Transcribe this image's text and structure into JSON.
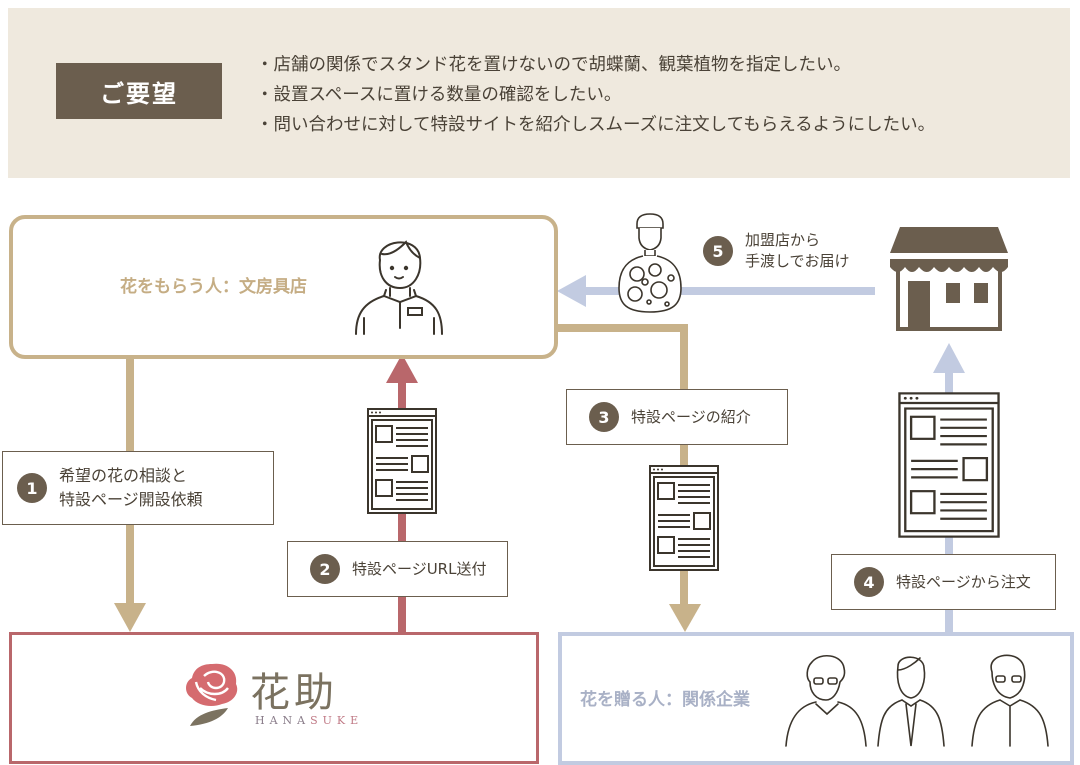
{
  "request": {
    "tag": "ご要望",
    "items": [
      "・店舗の関係でスタンド花を置けないので胡蝶蘭、観葉植物を指定したい。",
      "・設置スペースに置ける数量の確認をしたい。",
      "・問い合わせに対して特設サイトを紹介しスムーズに注文してもらえるようにしたい。"
    ]
  },
  "actors": {
    "recipient": "花をもらう人：文房具店",
    "sender": "花を贈る人：関係企業",
    "company": {
      "name": "花助",
      "romaji_a": "HANA",
      "romaji_b": "SUKE"
    }
  },
  "steps": [
    {
      "num": "1",
      "lines": [
        "希望の花の相談と",
        "特設ページ開設依頼"
      ]
    },
    {
      "num": "2",
      "lines": [
        "特設ページURL送付"
      ]
    },
    {
      "num": "3",
      "lines": [
        "特設ページの紹介"
      ]
    },
    {
      "num": "4",
      "lines": [
        "特設ページから注文"
      ]
    },
    {
      "num": "5",
      "lines": [
        "加盟店から",
        "手渡しでお届け"
      ]
    }
  ],
  "colors": {
    "brown": "#6b5e4e",
    "tan": "#c8b28a",
    "rose": "#b9676b",
    "blue": "#c2cbe1",
    "banner": "#efe9de"
  }
}
